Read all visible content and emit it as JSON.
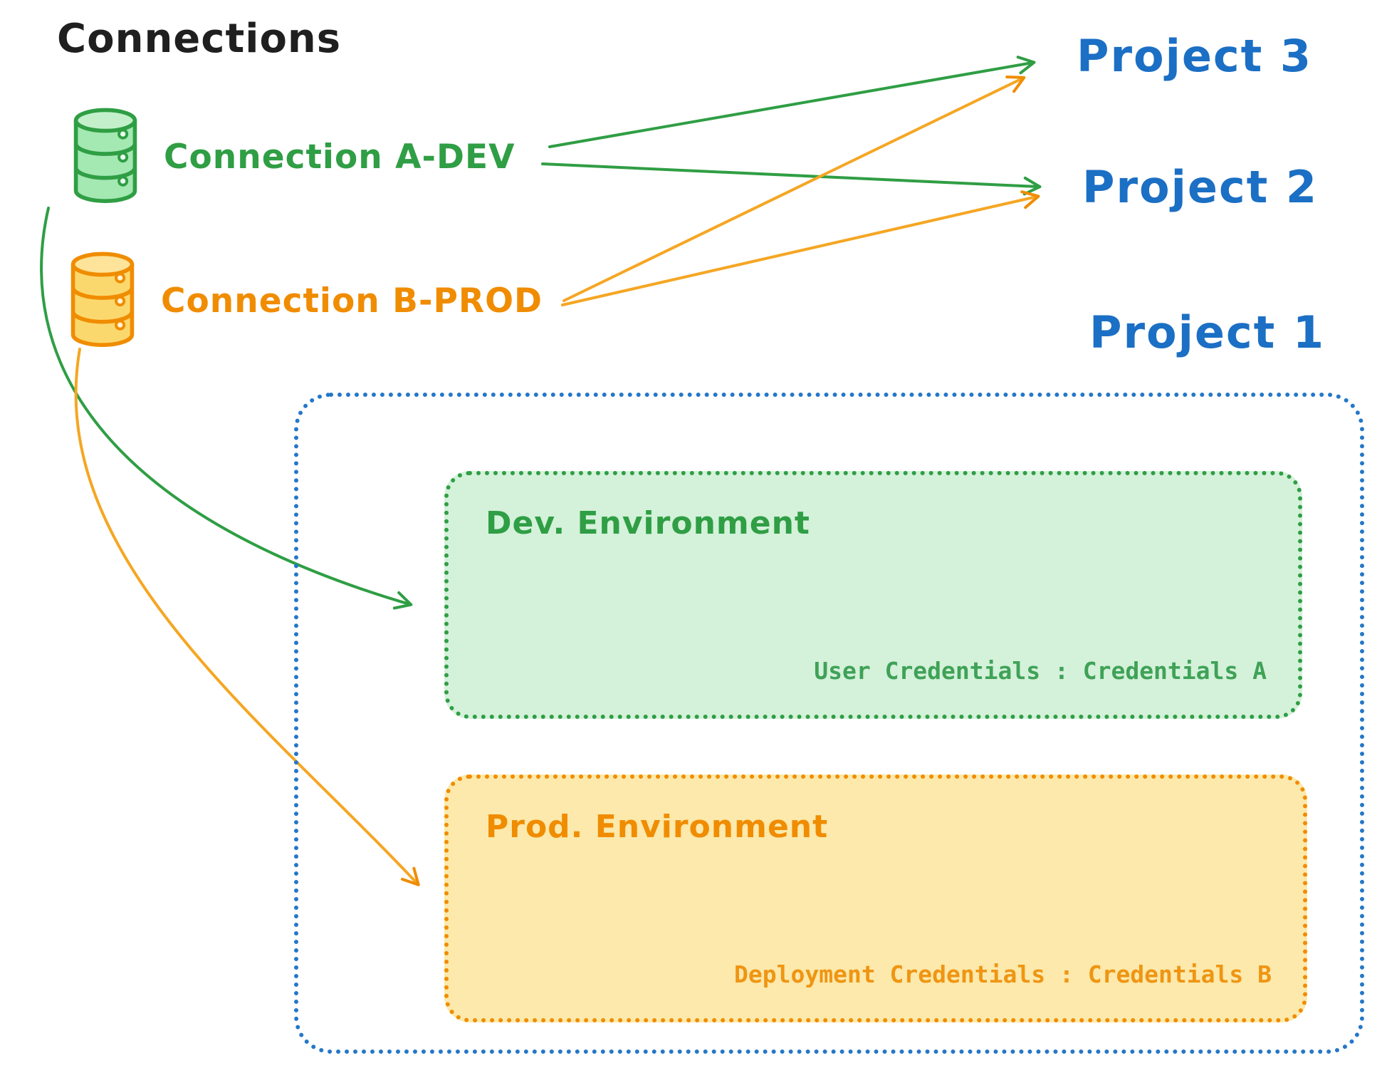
{
  "title": "Connections",
  "connections": {
    "dev": {
      "label": "Connection A-DEV",
      "icon": "database-icon",
      "color": "#2f9e44"
    },
    "prod": {
      "label": "Connection B-PROD",
      "icon": "database-icon",
      "color": "#f08c00"
    }
  },
  "projects": {
    "p3": {
      "label": "Project 3"
    },
    "p2": {
      "label": "Project 2"
    },
    "p1": {
      "label": "Project 1"
    }
  },
  "environments": {
    "dev": {
      "title": "Dev. Environment",
      "credentials": "User Credentials : Credentials A"
    },
    "prod": {
      "title": "Prod. Environment",
      "credentials": "Deployment Credentials : Credentials B"
    }
  },
  "colors": {
    "green": "#2f9e44",
    "orange": "#f08c00",
    "blue": "#1b6fc4",
    "text": "#1f1f1f"
  }
}
